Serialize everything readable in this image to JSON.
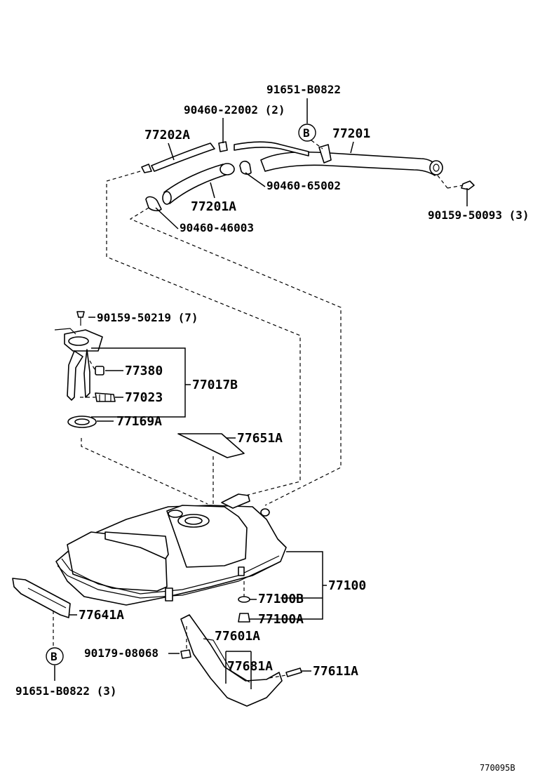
{
  "parts": {
    "p_91651_B0822": "91651-B0822",
    "p_90460_22002": "90460-22002 (2)",
    "p_77202A": "77202A",
    "p_77201": "77201",
    "p_90460_65002": "90460-65002",
    "p_77201A": "77201A",
    "p_90159_50093": "90159-50093 (3)",
    "p_90460_46003": "90460-46003",
    "p_90159_50219": "90159-50219 (7)",
    "p_77380": "77380",
    "p_77017B": "77017B",
    "p_77023": "77023",
    "p_77169A": "77169A",
    "p_77651A": "77651A",
    "p_77100": "77100",
    "p_77100B": "77100B",
    "p_77100A": "77100A",
    "p_77641A": "77641A",
    "p_77601A": "77601A",
    "p_90179_08068": "90179-08068",
    "p_77681A": "77681A",
    "p_77611A": "77611A",
    "p_91651_B0822_3": "91651-B0822 (3)"
  },
  "callouts": {
    "b_top": "B",
    "b_bottom": "B"
  },
  "diagram_id": "770095B"
}
